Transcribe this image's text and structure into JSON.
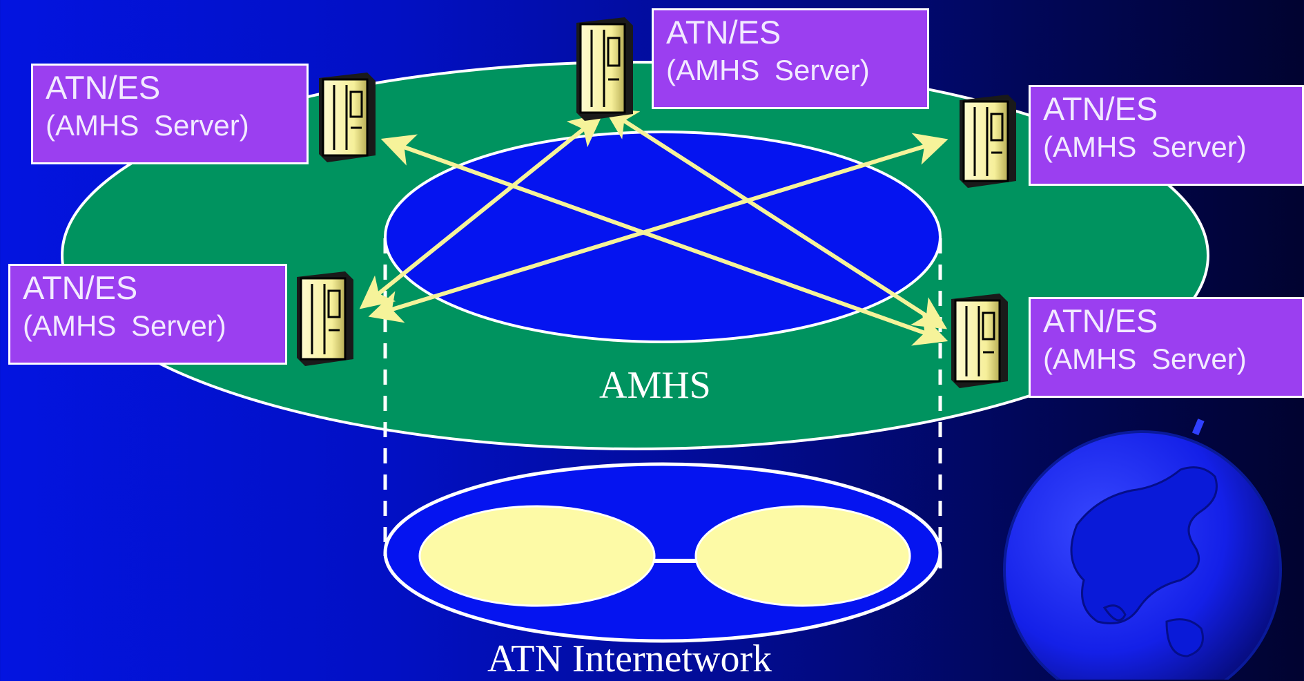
{
  "servers": [
    {
      "id": "top-center",
      "line1": "ATN/ES",
      "line2": "(AMHS  Server)"
    },
    {
      "id": "upper-left",
      "line1": "ATN/ES",
      "line2": "(AMHS  Server)"
    },
    {
      "id": "upper-right",
      "line1": "ATN/ES",
      "line2": "(AMHS  Server)"
    },
    {
      "id": "lower-left",
      "line1": "ATN/ES",
      "line2": "(AMHS  Server)"
    },
    {
      "id": "lower-right",
      "line1": "ATN/ES",
      "line2": "(AMHS  Server)"
    }
  ],
  "amhs_label": "AMHS",
  "network_label": "ATN Internetwork",
  "colors": {
    "amhs_ring": "#00935f",
    "inner_disc": "#0514f0",
    "arrows": "#f6f39a",
    "label_box": "#9b3ff0",
    "network_nodes": "#fdfaa6",
    "globe": "#1a2cf0"
  },
  "icons": {
    "server": "server-tower-icon",
    "globe": "globe-icon"
  }
}
